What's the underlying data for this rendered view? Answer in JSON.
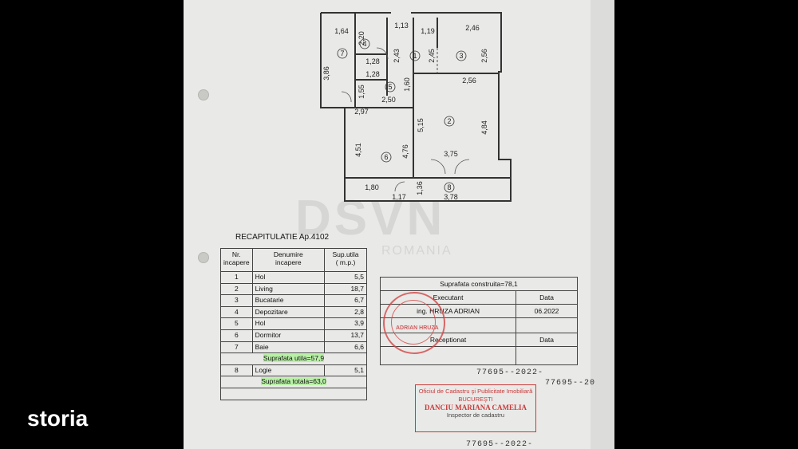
{
  "brand": {
    "logo": "storia"
  },
  "watermark": {
    "main": "DSVN",
    "sub": "ROMANIA"
  },
  "floor_plan": {
    "rooms": [
      "1",
      "2",
      "3",
      "4",
      "5",
      "6",
      "7",
      "8"
    ],
    "dimensions": [
      "1,64",
      "2,20",
      "1,13",
      "1,19",
      "2,46",
      "2,43",
      "2,45",
      "2,56",
      "1,28",
      "1,28",
      "3,86",
      "1,55",
      "1,60",
      "2,56",
      "2,50",
      "2,97",
      "5,15",
      "4,84",
      "4,51",
      "4,76",
      "3,75",
      "1,80",
      "1,17",
      "1,36",
      "3,78"
    ]
  },
  "recap": {
    "title": "RECAPITULATIE Ap.4102",
    "headers": {
      "nr": "Nr.\nincapere",
      "name": "Denumire\nincapere",
      "area": "Sup.utila\n( m.p.)"
    },
    "rows": [
      {
        "nr": "1",
        "name": "Hol",
        "area": "5,5"
      },
      {
        "nr": "2",
        "name": "Living",
        "area": "18,7"
      },
      {
        "nr": "3",
        "name": "Bucatarie",
        "area": "6,7"
      },
      {
        "nr": "4",
        "name": "Depozitare",
        "area": "2,8"
      },
      {
        "nr": "5",
        "name": "Hol",
        "area": "3,9"
      },
      {
        "nr": "6",
        "name": "Dormitor",
        "area": "13,7"
      },
      {
        "nr": "7",
        "name": "Baie",
        "area": "6,6"
      }
    ],
    "useful_total": "Suprafata utila=57,9",
    "loggia": {
      "nr": "8",
      "name": "Logie",
      "area": "5,1"
    },
    "total": "Suprafata totala=63,0"
  },
  "exec": {
    "built_area": "Suprafata construita=78,1",
    "executant_label": "Executant",
    "date_label": "Data",
    "executant_name": "ing. HRUZA ADRIAN",
    "executant_date": "06.2022",
    "receptionat_label": "Receptionat",
    "date_label_2": "Data"
  },
  "stamps": {
    "round_name": "ADRIAN HRUZA",
    "office_line1": "Oficiul de Cadastru şi Publicitate Imobiliară",
    "office_line2": "BUCUREŞTI",
    "inspector_name": "DANCIU MARIANA CAMELIA",
    "inspector_title": "Inspector de cadastru"
  },
  "registration_numbers": [
    "77695--2022-",
    "77695--20",
    "77695--2022-"
  ]
}
